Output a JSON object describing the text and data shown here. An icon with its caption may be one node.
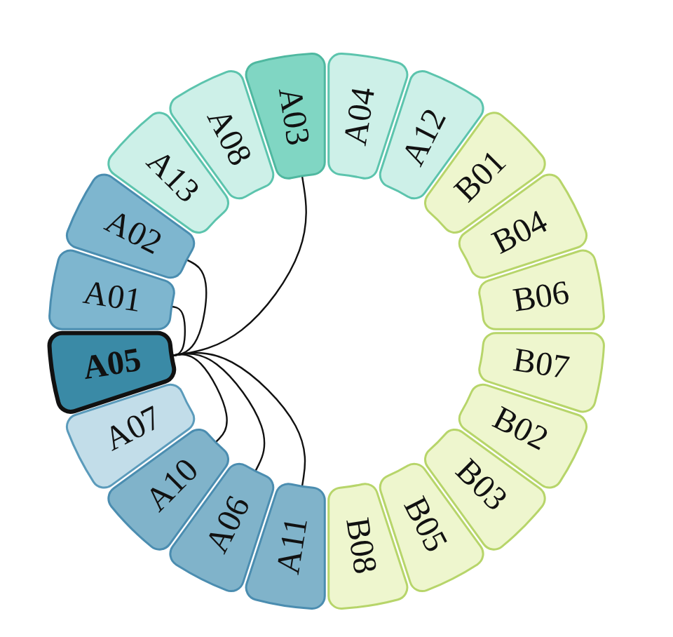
{
  "diagram": {
    "nodes": [
      {
        "text": [
          "A03"
        ]
      },
      {
        "text": [
          "A04"
        ]
      },
      {
        "text": [
          "A12"
        ]
      },
      {
        "text": [
          "B01"
        ]
      },
      {
        "text": [
          "B04"
        ]
      },
      {
        "text": [
          "B06"
        ]
      },
      {
        "text": [
          "B07"
        ]
      },
      {
        "text": [
          "B02"
        ]
      },
      {
        "text": [
          "B03"
        ]
      },
      {
        "text": [
          "B05"
        ]
      },
      {
        "text": [
          "B08"
        ]
      },
      {
        "text": [
          "A11"
        ]
      },
      {
        "text": [
          "A06"
        ]
      },
      {
        "text": [
          "A10"
        ]
      },
      {
        "text": [
          "A07"
        ]
      },
      {
        "text": [
          "A05"
        ]
      },
      {
        "text": [
          "A01"
        ]
      },
      {
        "text": [
          "A02"
        ]
      },
      {
        "text": [
          "A13"
        ]
      },
      {
        "text": [
          "A08"
        ]
      }
    ],
    "edges": [
      {
        "from": 15,
        "to": 17,
        "arrow": "none"
      },
      {
        "from": 15,
        "to": 16,
        "arrow": "none"
      },
      {
        "from": 15,
        "to": 0,
        "arrow": "none"
      },
      {
        "from": 15,
        "to": 13,
        "arrow": "none"
      },
      {
        "from": 15,
        "to": 12,
        "arrow": "none"
      },
      {
        "from": 15,
        "to": 11,
        "arrow": "none"
      }
    ]
  }
}
